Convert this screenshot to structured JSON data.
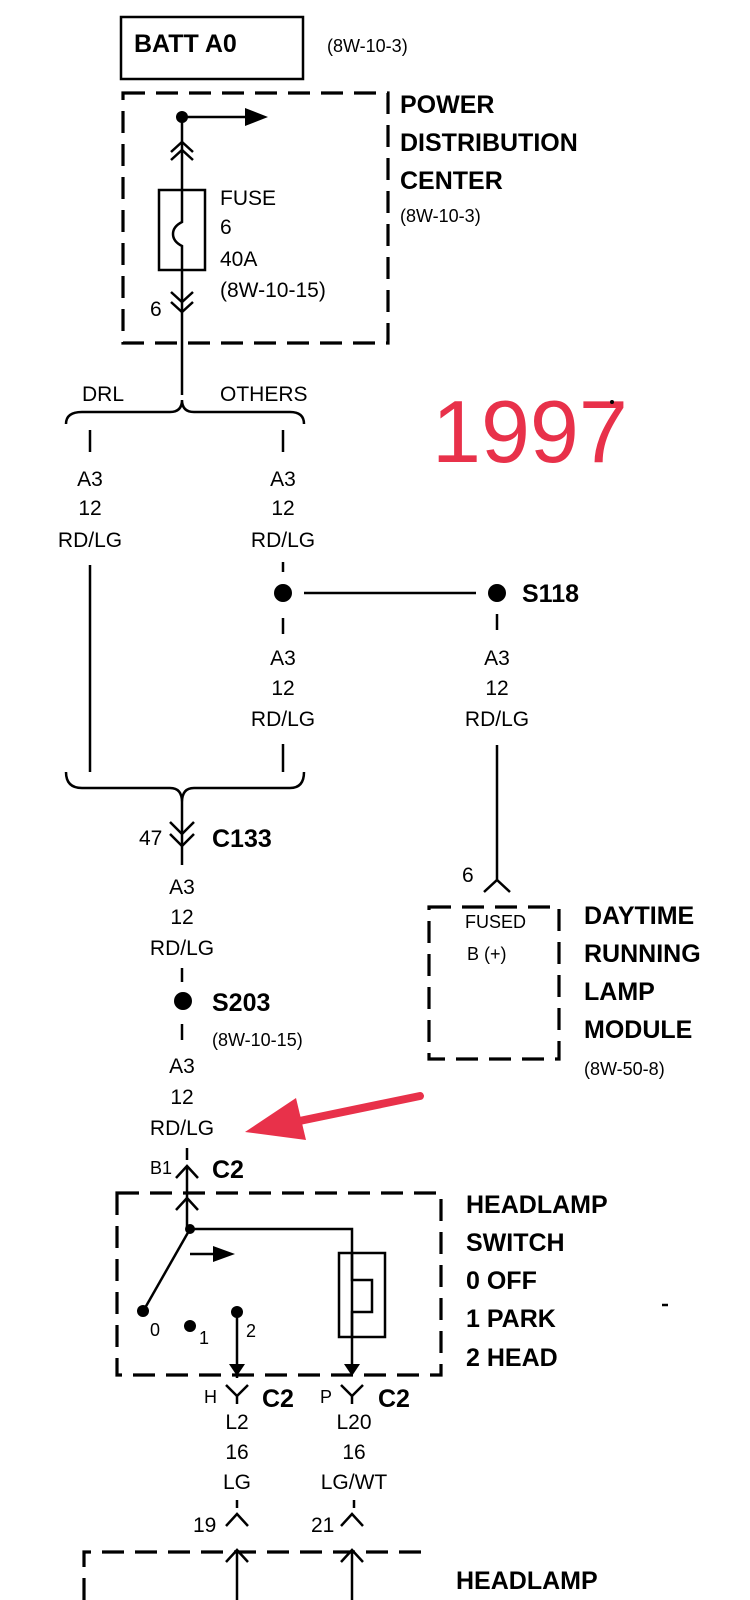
{
  "battery": {
    "label": "BATT A0",
    "ref": "(8W-10-3)"
  },
  "pdc": {
    "line1": "POWER",
    "line2": "DISTRIBUTION",
    "line3": "CENTER",
    "ref": "(8W-10-3)"
  },
  "fuse": {
    "label": "FUSE",
    "number": "6",
    "rating": "40A",
    "ref": "(8W-10-15)",
    "cavity": "6"
  },
  "branches": {
    "left": "DRL",
    "right": "OTHERS"
  },
  "year": "1997",
  "wire": {
    "circuit": "A3",
    "gauge": "12",
    "color": "RD/LG"
  },
  "splices": {
    "s118": "S118",
    "s203": "S203",
    "s203_ref": "(8W-10-15)"
  },
  "connector_c133": {
    "pin": "47",
    "name": "C133"
  },
  "drl_module": {
    "pin": "6",
    "input_line1": "FUSED",
    "input_line2": "B (+)",
    "line1": "DAYTIME",
    "line2": "RUNNING",
    "line3": "LAMP",
    "line4": "MODULE",
    "ref": "(8W-50-8)"
  },
  "connector_c2": {
    "pin_b1": "B1",
    "name": "C2",
    "pin_h": "H",
    "pin_p": "P"
  },
  "headlamp_switch": {
    "line1": "HEADLAMP",
    "line2": "SWITCH",
    "pos0": "0 OFF",
    "pos1": "1 PARK",
    "pos2": "2 HEAD",
    "contact0": "0",
    "contact1": "1",
    "contact2": "2"
  },
  "out_left": {
    "circuit": "L2",
    "gauge": "16",
    "color": "LG",
    "pin": "19"
  },
  "out_right": {
    "circuit": "L20",
    "gauge": "16",
    "color": "LG/WT",
    "pin": "21"
  },
  "bottom_box": {
    "line1": "HEADLAMP"
  }
}
